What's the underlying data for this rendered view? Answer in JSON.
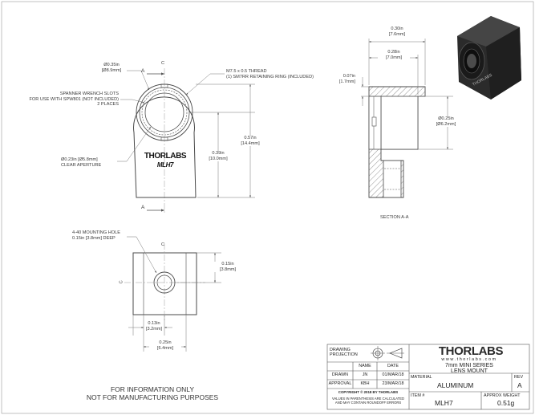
{
  "front_view": {
    "center_mark": "C",
    "section_mark_top": "A",
    "section_mark_bottom": "A",
    "outer_dia": [
      "Ø0.35in",
      "[Ø8.9mm]"
    ],
    "spanner": [
      "SPANNER WRENCH SLOTS",
      "FOR USE WITH SPW801 (NOT INCLUDED)",
      "2 PLACES"
    ],
    "thread": [
      "M7.5 x 0.5 THREAD",
      "(1) SM7RR RETAINING RING (INCLUDED)"
    ],
    "aperture": [
      "Ø0.23in [Ø5.8mm]",
      "CLEAR APERTURE"
    ],
    "height_center": [
      "0.39in",
      "[10.0mm]"
    ],
    "height_total": [
      "0.57in",
      "[14.4mm]"
    ],
    "engrave_brand": "THORLABS",
    "engrave_part": "MLH7"
  },
  "section_view": {
    "width_total": [
      "0.30in",
      "[7.6mm]"
    ],
    "width_inner": [
      "0.28in",
      "[7.0mm]"
    ],
    "lip": [
      "0.07in",
      "[1.7mm]"
    ],
    "bore": [
      "Ø0.25in",
      "[Ø6.2mm]"
    ],
    "caption": "SECTION A-A"
  },
  "bottom_view": {
    "center_mark_top": "C",
    "center_mark_left": "C",
    "hole": [
      "4-40 MOUNTING HOLE",
      "0.15in [3.8mm] DEEP"
    ],
    "hole_y": [
      "0.15in",
      "[3.8mm]"
    ],
    "hole_x": [
      "0.13in",
      "[3.2mm]"
    ],
    "width": [
      "0.25in",
      "[6.4mm]"
    ]
  },
  "notice": [
    "FOR INFORMATION ONLY",
    "NOT FOR MANUFACTURING PURPOSES"
  ],
  "title_block": {
    "projection": [
      "DRAWING",
      "PROJECTION"
    ],
    "col_name": "NAME",
    "col_date": "DATE",
    "drawn_label": "DRAWN",
    "drawn_name": "JN",
    "drawn_date": "01/MAR/18",
    "approval_label": "APPROVAL",
    "approval_name": "KBH",
    "approval_date": "23/MAR/18",
    "copyright": "COPYRIGHT © 2018 BY THORLABS",
    "disclaimer": [
      "VALUES IN PARENTHESIS ARE CALCULATED",
      "AND MAY CONTAIN ROUNDOFF ERRORS"
    ],
    "brand": "THORLABS",
    "website": "www.thorlabs.com",
    "description": [
      "7mm MINI SERIES",
      "LENS MOUNT"
    ],
    "material_label": "MATERIAL",
    "material": "ALUMINUM",
    "rev_label": "REV",
    "rev": "A",
    "item_label": "ITEM #",
    "item": "MLH7",
    "weight_label": "APPROX WEIGHT",
    "weight": "0.51g"
  },
  "colors": {
    "line": "#4a4a4a",
    "thin": "#777777",
    "text": "#3a3a3a",
    "body3d": "#2b2b2b"
  }
}
